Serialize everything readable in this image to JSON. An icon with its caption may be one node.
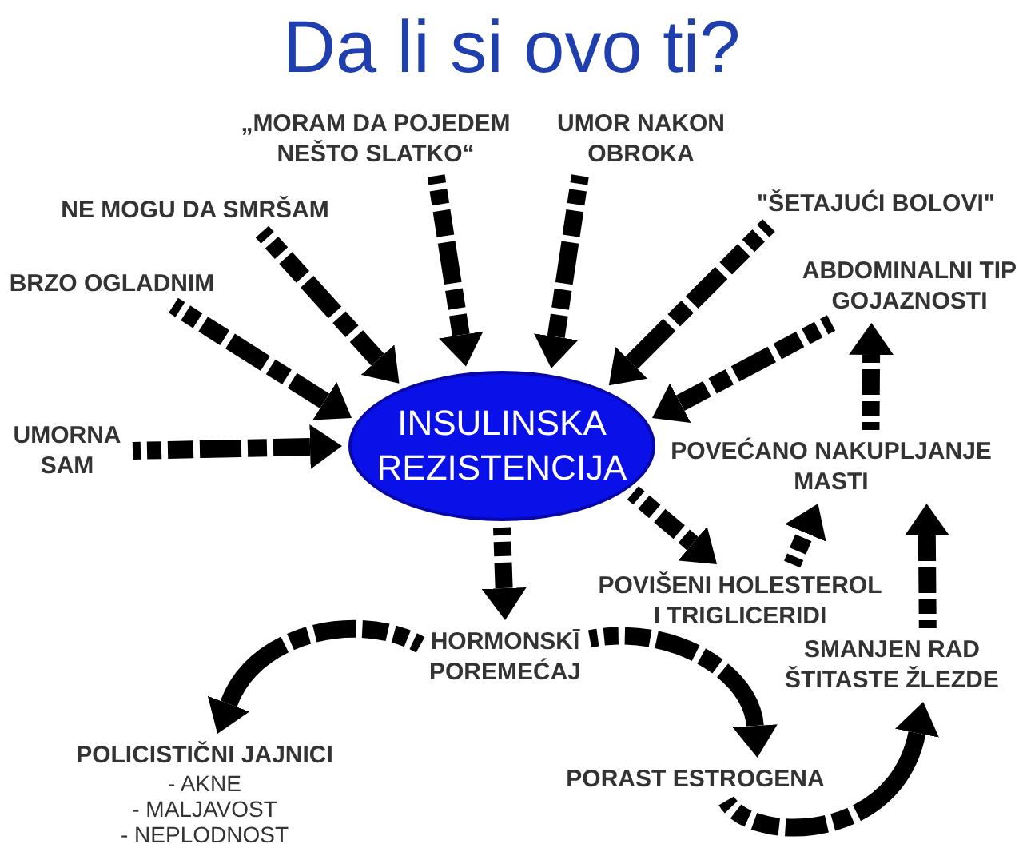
{
  "diagram": {
    "title": "Da li si ovo ti?",
    "nodes": [
      {
        "text": [
          "„MORAM DA POJEDEM NEŠTO SLATKO“"
        ]
      },
      {
        "text": [
          "UMOR NAKON OBROKA"
        ]
      },
      {
        "text": [
          "NE MOGU DA SMRŠAM"
        ]
      },
      {
        "text": [
          "\"ŠETAJUĆI BOLOVI\""
        ]
      },
      {
        "text": [
          "BRZO OGLADNIM"
        ]
      },
      {
        "text": [
          "ABDOMINALNI TIP GOJAZNOSTI"
        ]
      },
      {
        "text": [
          "UMORNA SAM"
        ]
      },
      {
        "text": [
          "INSULINSKA REZISTENCIJA"
        ]
      },
      {
        "text": [
          "POVEĆANO NAKUPLJANJE MASTI"
        ]
      },
      {
        "text": [
          "POVIŠENI HOLESTEROL I TRIGLICERIDI"
        ]
      },
      {
        "text": [
          "HORMONSKĪ POREMEĆAJ"
        ]
      },
      {
        "text": [
          "SMANJEN RAD ŠTITASTE ŽLEZDE"
        ]
      },
      {
        "text": [
          "POLICISTIČNI JAJNICI",
          "- AKNE",
          "- MALJAVOST",
          "- NEPLODNOST"
        ]
      },
      {
        "text": [
          "PORAST ESTROGENA"
        ]
      }
    ],
    "edges": [
      {
        "from": 0,
        "to": 7,
        "arrow": "to"
      },
      {
        "from": 1,
        "to": 7,
        "arrow": "to"
      },
      {
        "from": 2,
        "to": 7,
        "arrow": "to"
      },
      {
        "from": 3,
        "to": 7,
        "arrow": "to"
      },
      {
        "from": 4,
        "to": 7,
        "arrow": "to"
      },
      {
        "from": 5,
        "to": 7,
        "arrow": "to"
      },
      {
        "from": 6,
        "to": 7,
        "arrow": "to"
      },
      {
        "from": 7,
        "to": 9,
        "arrow": "to"
      },
      {
        "from": 7,
        "to": 10,
        "arrow": "to"
      },
      {
        "from": 9,
        "to": 8,
        "arrow": "to"
      },
      {
        "from": 8,
        "to": 5,
        "arrow": "to"
      },
      {
        "from": 11,
        "to": 8,
        "arrow": "to"
      },
      {
        "from": 10,
        "to": 12,
        "arrow": "to"
      },
      {
        "from": 10,
        "to": 13,
        "arrow": "to"
      },
      {
        "from": 13,
        "to": 11,
        "arrow": "to"
      }
    ]
  }
}
